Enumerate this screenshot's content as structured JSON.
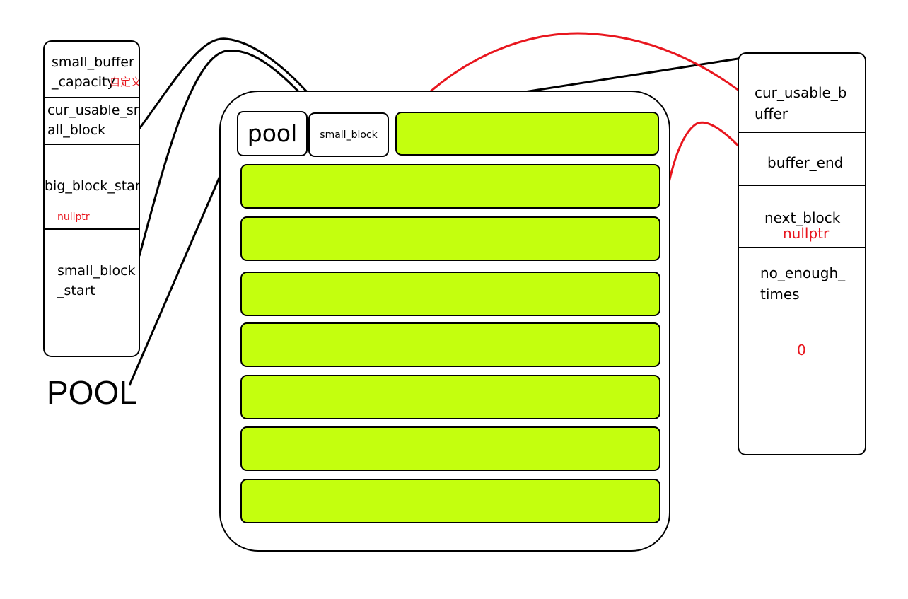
{
  "pool_struct": {
    "fields": [
      {
        "label": "small_buffer\n_capacity",
        "note": "自定义"
      },
      {
        "label": "cur_usable_sm\nall_block",
        "note": ""
      },
      {
        "label": "big_block_start",
        "note": "nullptr"
      },
      {
        "label": "small_block\n_start",
        "note": ""
      }
    ],
    "caption": "POOL"
  },
  "memory": {
    "pool_label": "pool",
    "small_block_label": "small_block",
    "block_count": 8
  },
  "small_block_struct": {
    "fields": [
      {
        "label": "cur_usable_b\nuffer",
        "note": ""
      },
      {
        "label": "buffer_end",
        "note": ""
      },
      {
        "label": "next_block",
        "note": "nullptr"
      },
      {
        "label": "no_enough_\ntimes",
        "note": "0"
      }
    ]
  },
  "colors": {
    "block_fill": "#c4ff0e",
    "line_black": "#000000",
    "line_red": "#e8161e",
    "note_red": "#e8161e"
  }
}
